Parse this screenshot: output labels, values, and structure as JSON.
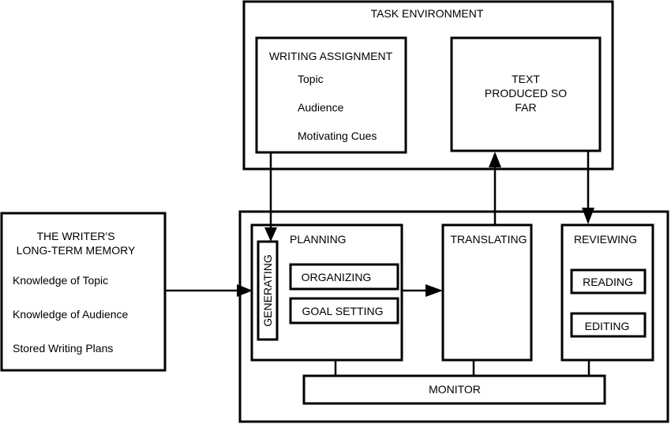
{
  "task_environment": {
    "title": "TASK ENVIRONMENT",
    "writing_assignment": {
      "title": "WRITING ASSIGNMENT",
      "items": [
        "Topic",
        "Audience",
        "Motivating Cues"
      ]
    },
    "text_produced": {
      "lines": [
        "TEXT",
        "PRODUCED SO",
        "FAR"
      ]
    }
  },
  "long_term_memory": {
    "title_lines": [
      "THE WRITER'S",
      "LONG-TERM MEMORY"
    ],
    "items": [
      "Knowledge of Topic",
      "Knowledge of Audience",
      "Stored Writing Plans"
    ]
  },
  "process": {
    "planning": {
      "title": "PLANNING",
      "generating": "GENERATING",
      "organizing": "ORGANIZING",
      "goal_setting": "GOAL SETTING"
    },
    "translating": {
      "title": "TRANSLATING"
    },
    "reviewing": {
      "title": "REVIEWING",
      "reading": "READING",
      "editing": "EDITING"
    },
    "monitor": {
      "title": "MONITOR"
    }
  }
}
